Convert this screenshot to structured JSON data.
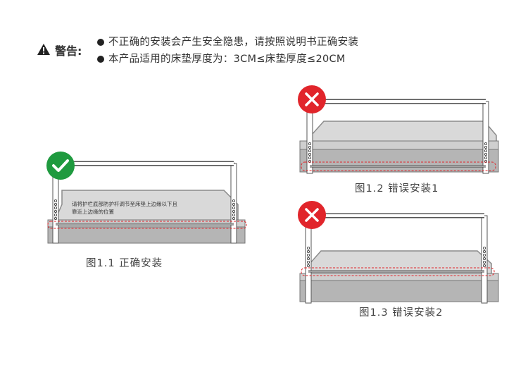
{
  "warning": {
    "label": "警告:",
    "items": [
      "不正确的安装会产生安全隐患，请按照说明书正确安装",
      "本产品适用的床垫厚度为：3CM≤床垫厚度≤20CM"
    ]
  },
  "figures": [
    {
      "status": "correct",
      "caption": "图1.1 正确安装",
      "note_line1": "请将护栏底部防护杆调节至床垫上边缘以下且",
      "note_line2": "靠近上边缘的位置"
    },
    {
      "status": "wrong",
      "caption": "图1.2 错误安装1"
    },
    {
      "status": "wrong",
      "caption": "图1.3 错误安装2"
    }
  ],
  "colors": {
    "correct": "#1f9a3f",
    "wrong": "#e1252b",
    "mattress": "#d9d9d9",
    "bed_base": "#b5b5b5",
    "dashed_highlight": "#e1252b"
  },
  "icons": {
    "warning": "warning-triangle-icon",
    "correct": "check-circle-icon",
    "wrong": "x-circle-icon"
  }
}
